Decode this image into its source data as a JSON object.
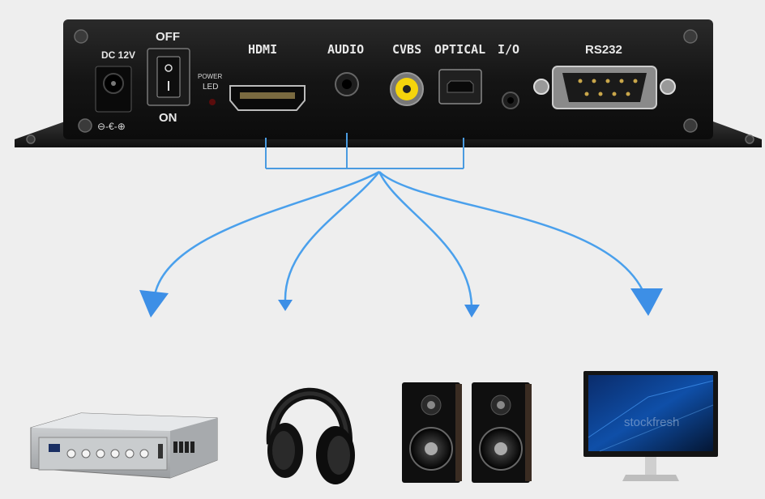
{
  "panel": {
    "dc_label": "DC 12V",
    "switch_off": "OFF",
    "switch_on": "ON",
    "power_label": "POWER",
    "led_label": "LED",
    "polarity": "⊖-€-⊕",
    "port_labels": {
      "hdmi": "HDMI",
      "audio": "AUDIO",
      "cvbs": "CVBS",
      "optical": "OPTICAL",
      "io": "I/O",
      "rs232": "RS232"
    }
  },
  "watermark": "stockfresh",
  "colors": {
    "connector_line": "#4a9be0",
    "arrow": "#3d8fe6",
    "device_body": "#151515",
    "background": "#eeeeee"
  },
  "outputs": [
    {
      "icon": "amplifier-icon"
    },
    {
      "icon": "headphones-icon"
    },
    {
      "icon": "speakers-icon"
    },
    {
      "icon": "monitor-icon"
    }
  ]
}
